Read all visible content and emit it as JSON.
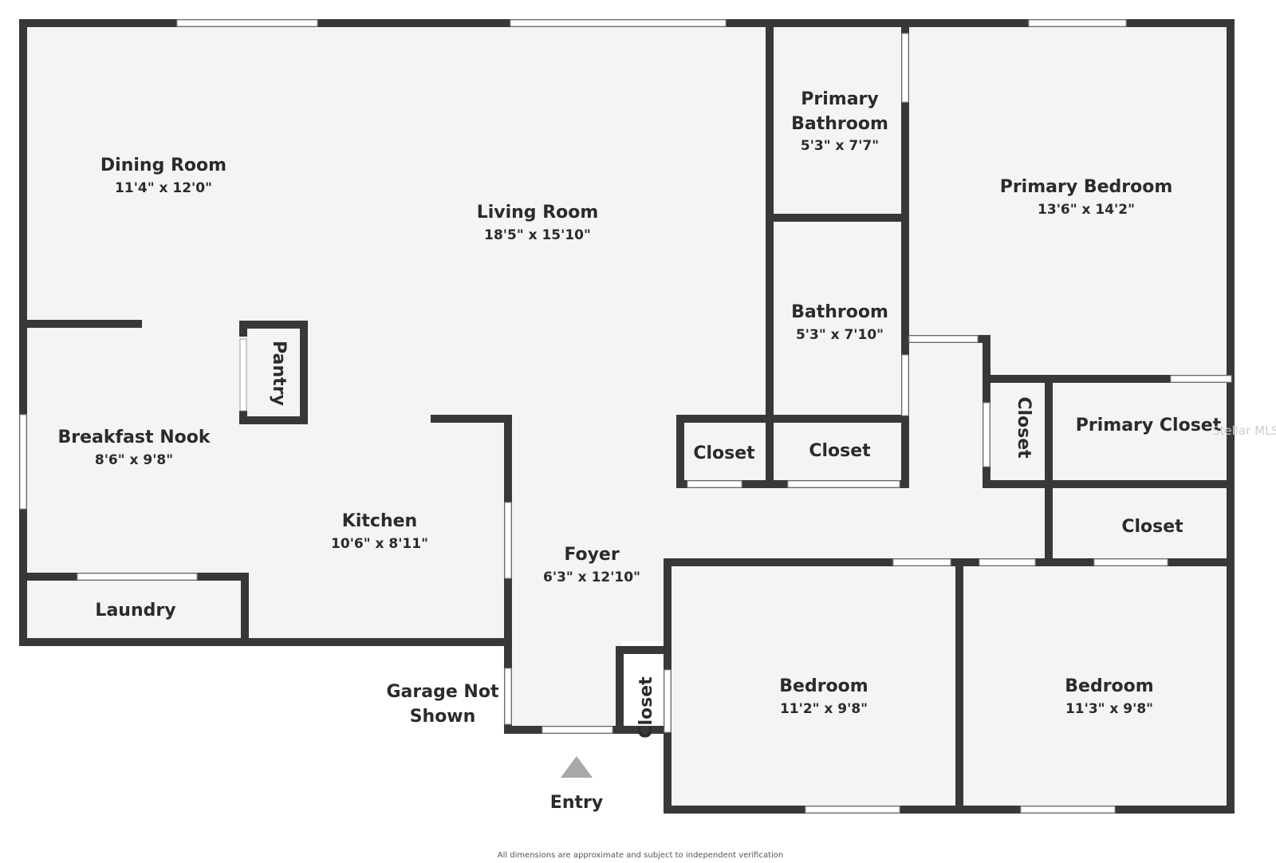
{
  "rooms": {
    "dining_room": {
      "name": "Dining Room",
      "dims": "11'4\" x 12'0\""
    },
    "living_room": {
      "name": "Living Room",
      "dims": "18'5\" x 15'10\""
    },
    "primary_bathroom": {
      "name_line1": "Primary",
      "name_line2": "Bathroom",
      "dims": "5'3\" x 7'7\""
    },
    "primary_bedroom": {
      "name": "Primary Bedroom",
      "dims": "13'6\" x 14'2\""
    },
    "bathroom": {
      "name": "Bathroom",
      "dims": "5'3\" x 7'10\""
    },
    "pantry": {
      "name": "Pantry"
    },
    "breakfast_nook": {
      "name": "Breakfast Nook",
      "dims": "8'6\" x 9'8\""
    },
    "kitchen": {
      "name": "Kitchen",
      "dims": "10'6\" x 8'11\""
    },
    "closet_hall_left": {
      "name": "Closet"
    },
    "closet_bath": {
      "name": "Closet"
    },
    "closet_vertical": {
      "name": "Closet"
    },
    "primary_closet": {
      "name": "Primary Closet"
    },
    "closet_hall_right": {
      "name": "Closet"
    },
    "foyer": {
      "name": "Foyer",
      "dims": "6'3\" x 12'10\""
    },
    "laundry": {
      "name": "Laundry"
    },
    "closet_entry": {
      "name": "Closet"
    },
    "bedroom_left": {
      "name": "Bedroom",
      "dims": "11'2\" x 9'8\""
    },
    "bedroom_right": {
      "name": "Bedroom",
      "dims": "11'3\" x 9'8\""
    }
  },
  "labels": {
    "garage_line1": "Garage Not",
    "garage_line2": "Shown",
    "entry": "Entry",
    "watermark": "Stellar MLS",
    "footer": "All dimensions are approximate and subject to independent verification"
  },
  "colors": {
    "wall": "#383838",
    "floor": "#f4f4f4",
    "text": "#2b2b2b",
    "entry_arrow": "#a8a8a8"
  }
}
